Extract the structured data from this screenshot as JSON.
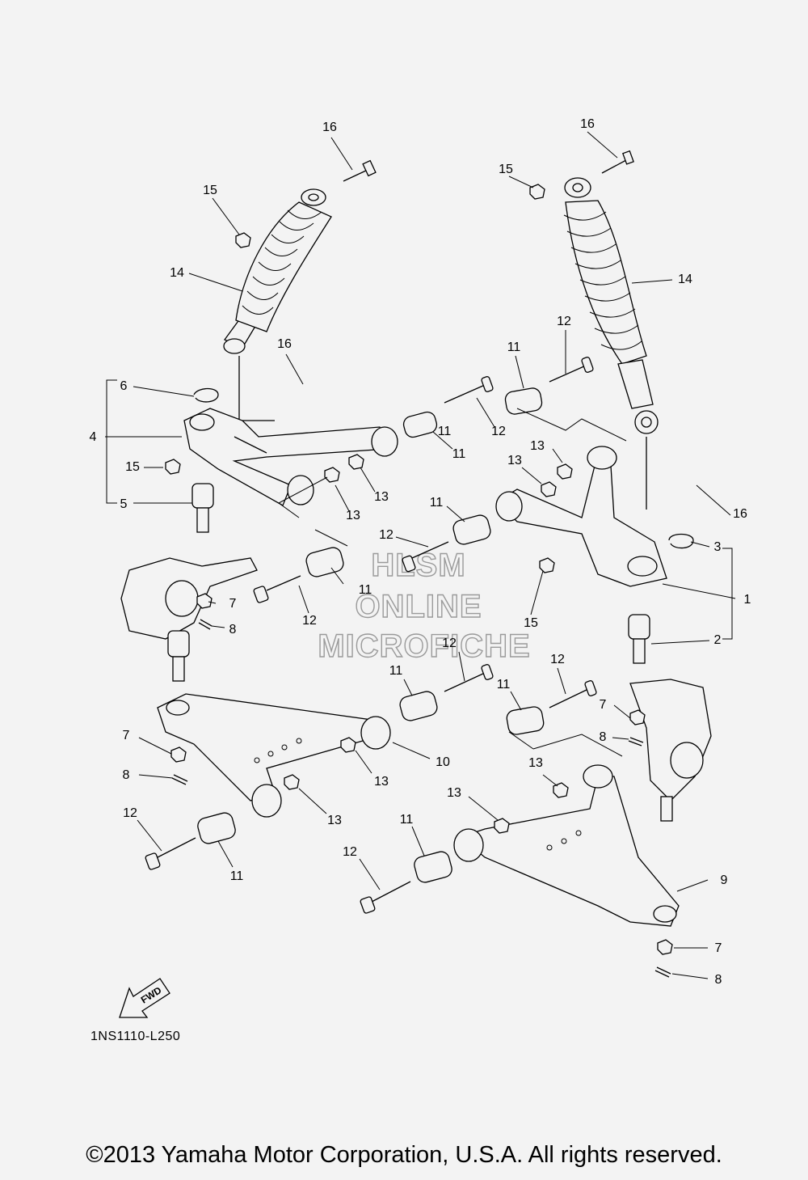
{
  "diagram_code": "1NS1110-L250",
  "copyright": "©2013 Yamaha Motor Corporation, U.S.A. All rights reserved.",
  "watermark": {
    "line1": "HLSM",
    "line2": "ONLINE",
    "line3": "MICROFICHE"
  },
  "fwd_label": "FWD",
  "callouts": [
    "16",
    "15",
    "14",
    "16",
    "15",
    "14",
    "12",
    "11",
    "16",
    "6",
    "4",
    "15",
    "5",
    "12",
    "11",
    "13",
    "13",
    "13",
    "13",
    "11",
    "12",
    "11",
    "12",
    "11",
    "16",
    "3",
    "1",
    "15",
    "7",
    "8",
    "2",
    "12",
    "11",
    "12",
    "11",
    "7",
    "8",
    "7",
    "8",
    "10",
    "13",
    "13",
    "13",
    "12",
    "11",
    "12",
    "11",
    "13",
    "9",
    "7",
    "8"
  ]
}
